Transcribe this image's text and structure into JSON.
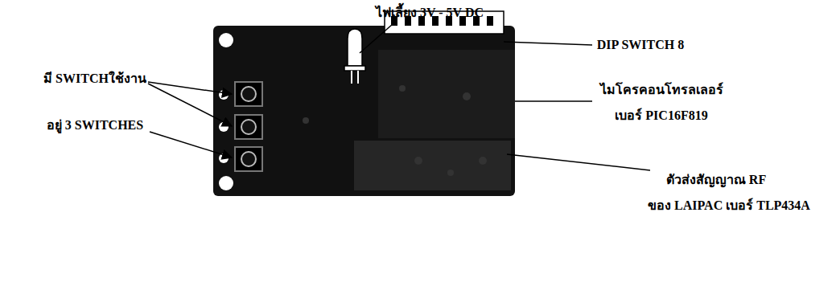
{
  "diagram": {
    "labels": [
      "มี SWITCHใช้งาน",
      "อยู่ 3 SWITCHES",
      "ไฟเลี้ยง 3V - 5V DC",
      "DIP SWITCH 8",
      "ไมโครคอนโทรลเลอร์",
      "เบอร์ PIC16F819",
      "ตัวส่งสัญญาณ RF",
      "ของ LAIPAC เบอร์ TLP434A"
    ]
  }
}
